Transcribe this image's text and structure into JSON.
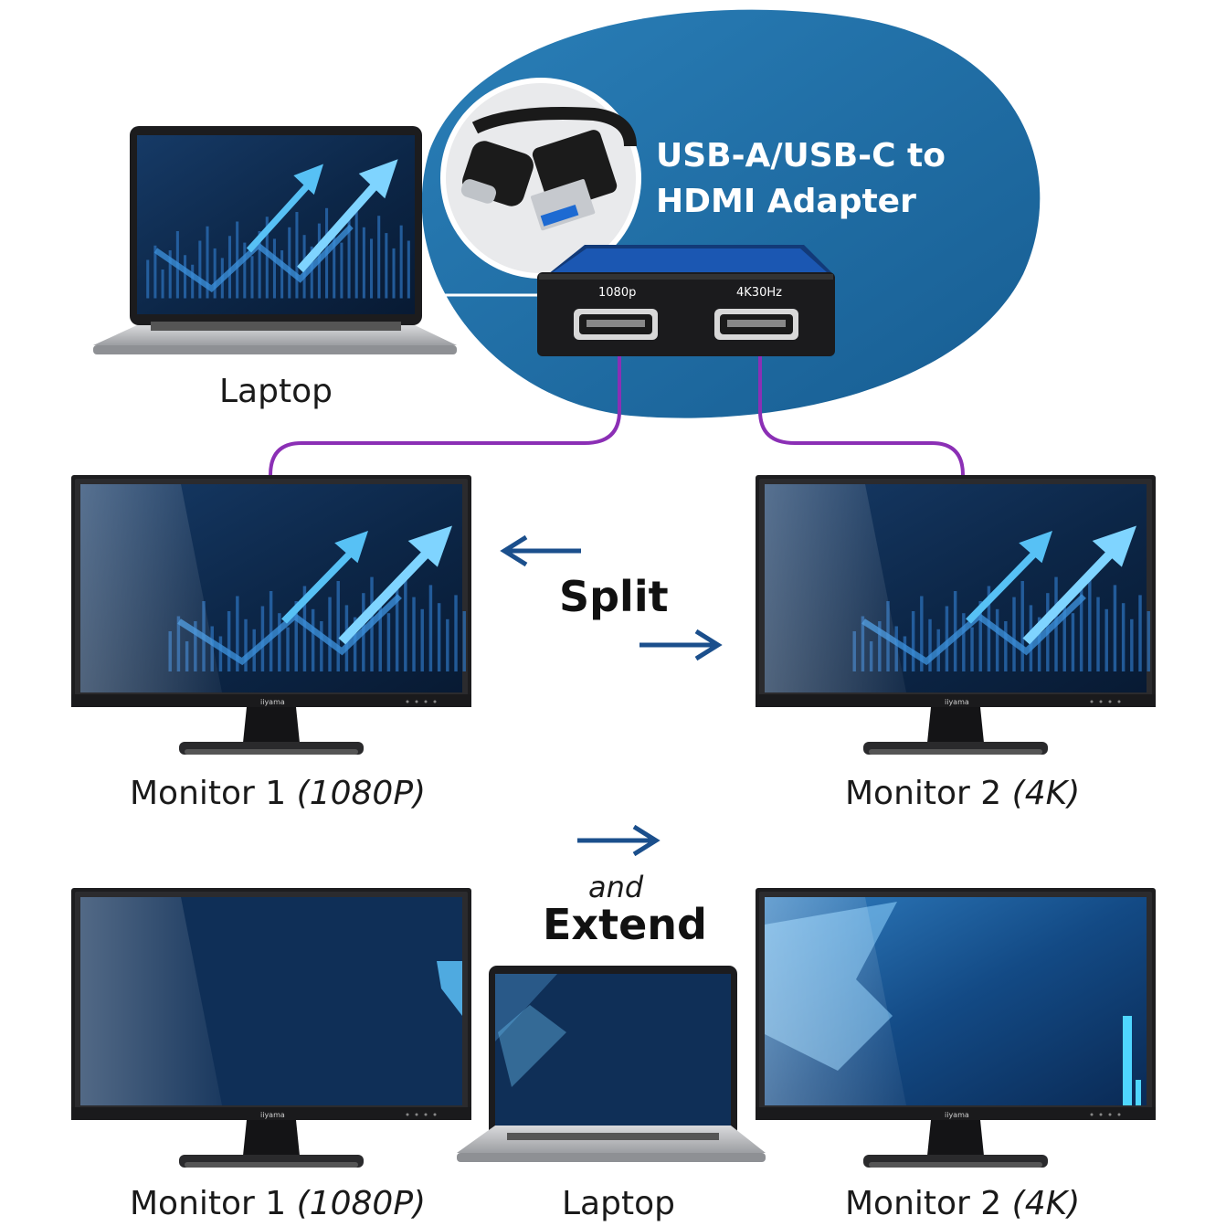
{
  "adapter": {
    "title_line1": "USB-A/USB-C to",
    "title_line2": "HDMI Adapter",
    "port1_label": "1080p",
    "port2_label": "4K30Hz"
  },
  "top_laptop": {
    "label": "Laptop"
  },
  "split_section": {
    "title": "Split",
    "monitor1": {
      "label": "Monitor 1",
      "res": "(1080P)",
      "brand": "iiyama"
    },
    "monitor2": {
      "label": "Monitor 2",
      "res": "(4K)",
      "brand": "iiyama"
    }
  },
  "extend_section": {
    "and_text": "and",
    "title": "Extend",
    "monitor1": {
      "label": "Monitor 1",
      "res": "(1080P)",
      "brand": "iiyama"
    },
    "laptop": {
      "label": "Laptop"
    },
    "monitor2": {
      "label": "Monitor 2",
      "res": "(4K)",
      "brand": "iiyama"
    }
  },
  "colors": {
    "blob": "#1f6fa6",
    "cable": "#8b2fb5",
    "arrow": "#1b4f8c",
    "screen_dark": "#0a1f3d",
    "screen_accent": "#2aa7e8"
  }
}
